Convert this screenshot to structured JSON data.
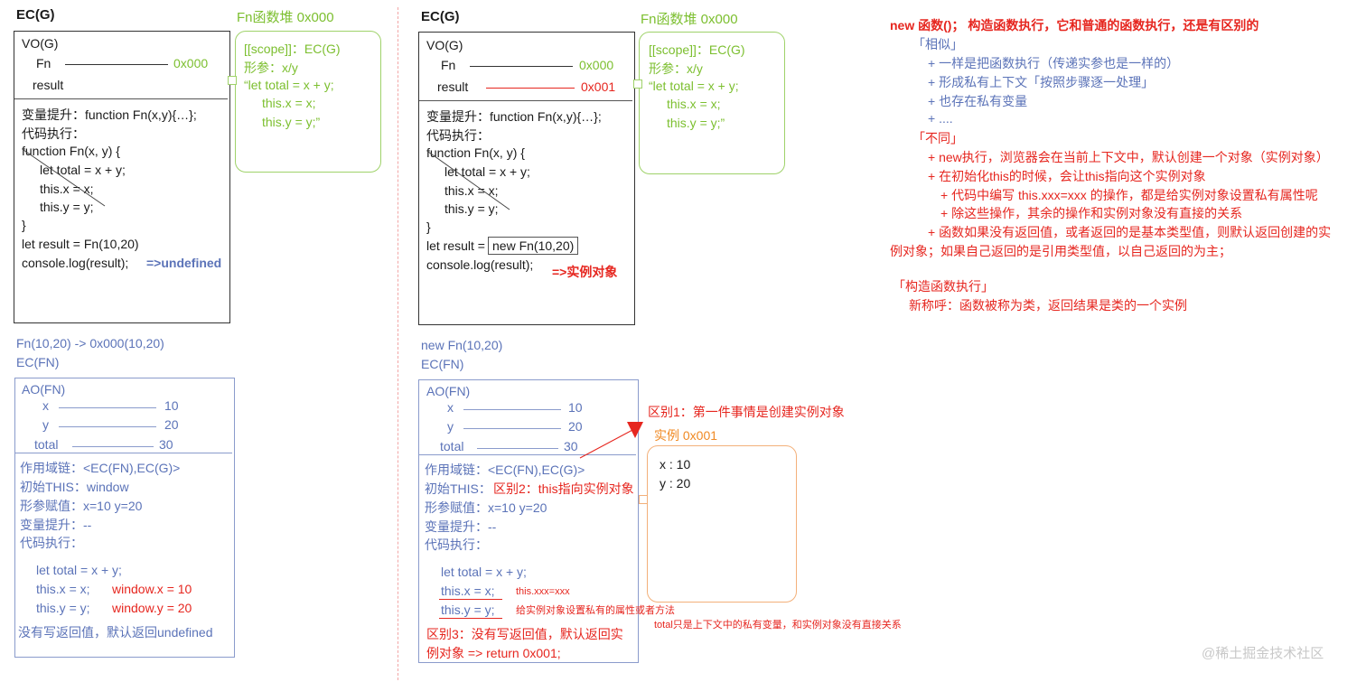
{
  "left": {
    "ecg_title": "EC(G)",
    "heap_title": "Fn函数堆 0x000",
    "vo_title": "VO(G)",
    "fn_label": "Fn",
    "fn_addr": "0x000",
    "result_label": "result",
    "code": [
      "变量提升：function Fn(x,y){…};",
      "代码执行：",
      "function Fn(x, y) {",
      "let total = x + y;",
      "this.x = x;",
      "this.y = y;",
      "}",
      "let result = Fn(10,20)",
      "console.log(result);"
    ],
    "undefined_note": "=>undefined",
    "heap_scope": "[[scope]]：EC(G)",
    "heap_params": "形参：x/y",
    "heap_code": [
      "“let total = x + y;",
      "this.x = x;",
      "this.y = y;”"
    ],
    "call_title": "Fn(10,20) -> 0x000(10,20)",
    "ecfn_title": "EC(FN)",
    "ao_title": "AO(FN)",
    "ao_vars": [
      {
        "name": "x",
        "value": "10"
      },
      {
        "name": "y",
        "value": "20"
      },
      {
        "name": "total",
        "value": "30"
      }
    ],
    "scope_chain": "作用域链：<EC(FN),EC(G)>",
    "init_this": "初始THIS：window",
    "param_assign": "形参赋值：x=10 y=20",
    "hoist": "变量提升：--",
    "exec": "代码执行：",
    "fn_code": [
      "let total = x + y;",
      "this.x = x;",
      "this.y = y;"
    ],
    "window_x": "window.x = 10",
    "window_y": "window.y = 20",
    "no_return": "没有写返回值，默认返回undefined"
  },
  "middle": {
    "ecg_title": "EC(G)",
    "heap_title": "Fn函数堆 0x000",
    "vo_title": "VO(G)",
    "fn_label": "Fn",
    "fn_addr": "0x000",
    "result_label": "result",
    "result_addr": "0x001",
    "code": [
      "变量提升：function Fn(x,y){…};",
      "代码执行：",
      "function Fn(x, y) {",
      "let total = x + y;",
      "this.x = x;",
      "this.y = y;",
      "}",
      "let result =",
      "new Fn(10,20)",
      "console.log(result);"
    ],
    "instance_note": "=>实例对象",
    "heap_scope": "[[scope]]：EC(G)",
    "heap_params": "形参：x/y",
    "heap_code": [
      "“let total = x + y;",
      "this.x = x;",
      "this.y = y;”"
    ],
    "call_title": "new Fn(10,20)",
    "ecfn_title": "EC(FN)",
    "ao_title": "AO(FN)",
    "ao_vars": [
      {
        "name": "x",
        "value": "10"
      },
      {
        "name": "y",
        "value": "20"
      },
      {
        "name": "total",
        "value": "30"
      }
    ],
    "scope_chain": "作用域链：<EC(FN),EC(G)>",
    "init_this": "初始THIS：",
    "diff2": "区别2：this指向实例对象",
    "param_assign": "形参赋值：x=10 y=20",
    "hoist": "变量提升：--",
    "exec": "代码执行：",
    "fn_code": [
      "let total = x + y;",
      "this.x = x;",
      "this.y = y;"
    ],
    "this_xxx": "this.xxx=xxx",
    "set_private": "给实例对象设置私有的属性或者方法",
    "total_note": "total只是上下文中的私有变量，和实例对象没有直接关系",
    "diff3": [
      "区别3：没有写返回值，默认返回实",
      "例对象 => return 0x001;"
    ],
    "diff1": "区别1：第一件事情是创建实例对象",
    "instance_title": "实例  0x001",
    "instance_props": [
      "x : 10",
      "y : 20"
    ]
  },
  "notes": {
    "heading": "new 函数()；  构造函数执行，它和普通的函数执行，还是有区别的",
    "similar": "「相似」",
    "similar_items": [
      "+ 一样是把函数执行（传递实参也是一样的）",
      "+ 形成私有上下文「按照步骤逐一处理」",
      "+ 也存在私有变量",
      "+ ...."
    ],
    "diff": "「不同」",
    "diff_items": [
      "+ new执行，浏览器会在当前上下文中，默认创建一个对象（实例对象）",
      "+ 在初始化this的时候，会让this指向这个实例对象",
      "+ 代码中编写 this.xxx=xxx  的操作，都是给实例对象设置私有属性呢",
      "+ 除这些操作，其余的操作和实例对象没有直接的关系",
      "+ 函数如果没有返回值，或者返回的是基本类型值，则默认返回创建的实",
      "例对象；如果自己返回的是引用类型值，以自己返回的为主；"
    ],
    "ctor": "「构造函数执行」",
    "ctor_note": "新称呼：函数被称为类，返回结果是类的一个实例"
  },
  "watermark": "@稀土掘金技术社区"
}
